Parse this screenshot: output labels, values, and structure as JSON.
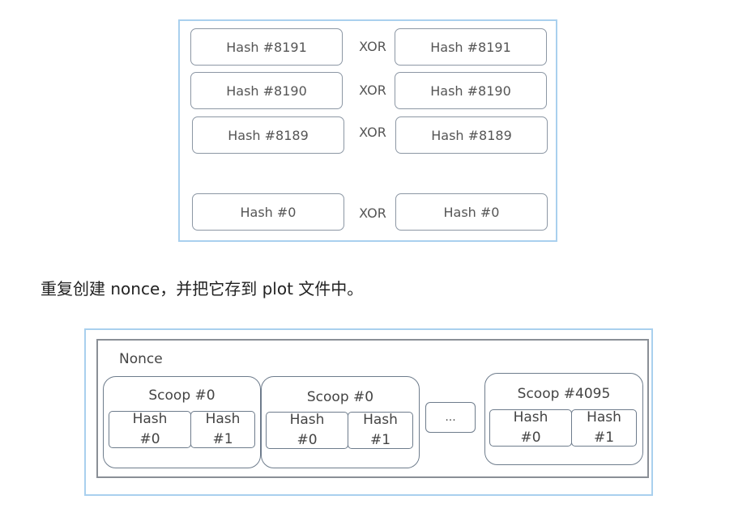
{
  "xor_diagram": {
    "rows": [
      {
        "left": "Hash #8191",
        "op": "XOR",
        "right": "Hash #8191"
      },
      {
        "left": "Hash #8190",
        "op": "XOR",
        "right": "Hash #8190"
      },
      {
        "left": "Hash #8189",
        "op": "XOR",
        "right": "Hash #8189"
      },
      {
        "left": "Hash #0",
        "op": "XOR",
        "right": "Hash #0"
      }
    ]
  },
  "caption": "重复创建 nonce，并把它存到 plot 文件中。",
  "nonce_diagram": {
    "label": "Nonce",
    "scoops": [
      {
        "title": "Scoop #0",
        "cells": [
          {
            "line1": "Hash",
            "line2": "#0"
          },
          {
            "line1": "Hash",
            "line2": "#1"
          }
        ]
      },
      {
        "title": "Scoop #0",
        "cells": [
          {
            "line1": "Hash",
            "line2": "#0"
          },
          {
            "line1": "Hash",
            "line2": "#1"
          }
        ]
      },
      {
        "title": "Scoop #4095",
        "cells": [
          {
            "line1": "Hash",
            "line2": "#0"
          },
          {
            "line1": "Hash",
            "line2": "#1"
          }
        ]
      }
    ],
    "ellipsis": "..."
  }
}
